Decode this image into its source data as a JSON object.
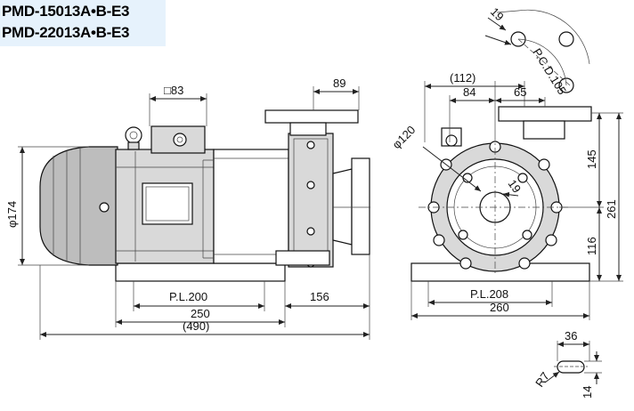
{
  "titles": [
    "PMD-15013A•B-E3",
    "PMD-22013A•B-E3"
  ],
  "dims": {
    "sq83": "□83",
    "d89": "89",
    "phi174": "φ174",
    "pl200": "P.L.200",
    "d156": "156",
    "d250": "250",
    "d490": "(490)",
    "d112": "(112)",
    "d84": "84",
    "d65": "65",
    "phi120": "φ120",
    "d19inner": "19",
    "d145": "145",
    "d261": "261",
    "d116": "116",
    "pl208": "P.L.208",
    "d260": "260",
    "d19flange": "19",
    "pcd": "P.C.D.105",
    "d36": "36",
    "r7": "R7",
    "d14": "14"
  }
}
